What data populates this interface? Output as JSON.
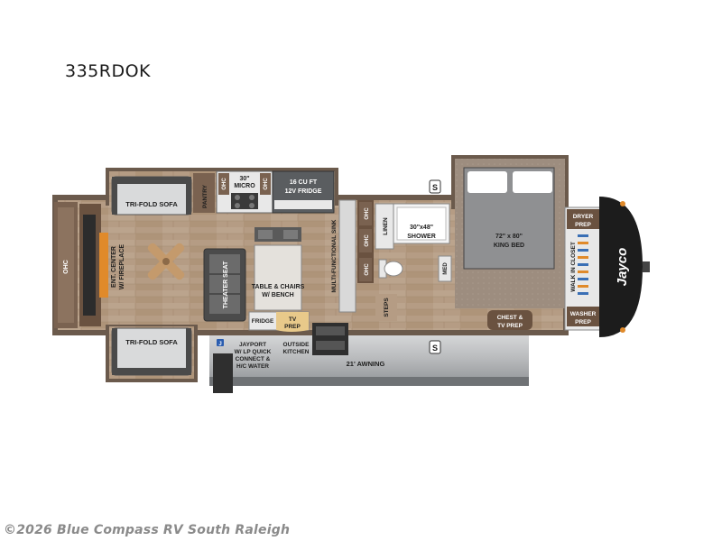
{
  "model": "335RDOK",
  "watermark": "©2026 Blue Compass RV South Raleigh",
  "labels": {
    "trifold_sofa_top": "TRI-FOLD SOFA",
    "trifold_sofa_bottom": "TRI-FOLD SOFA",
    "pantry": "PANTRY",
    "ohc_micro_left": "OHC",
    "micro_line1": "30\"",
    "micro_line2": "MICRO",
    "ohc_micro_right": "OHC",
    "fridge_line1": "16 CU FT",
    "fridge_line2": "12V FRIDGE",
    "ohc_front": "OHC",
    "ent_line1": "ENT. CENTER",
    "ent_line2": "W/ FIREPLACE",
    "theater_seat": "THEATER SEAT",
    "table_line1": "TABLE & CHAIRS",
    "table_line2": "W/ BENCH",
    "sink": "MULTI-FUNCTIONAL SINK",
    "ohc_a": "OHC",
    "ohc_b": "OHC",
    "ohc_c": "OHC",
    "linen": "LINEN",
    "shower_line1": "30\"x48\"",
    "shower_line2": "SHOWER",
    "med": "MED",
    "steps": "STEPS",
    "bed_line1": "72\" x 80\"",
    "bed_line2": "KING BED",
    "chest_line1": "CHEST &",
    "chest_line2": "TV PREP",
    "dryer_line1": "DRYER",
    "dryer_line2": "PREP",
    "walk_in_closet": "WALK IN CLOSET",
    "washer_line1": "WASHER",
    "washer_line2": "PREP",
    "fridge_small": "FRIDGE",
    "tvprep_line1": "TV",
    "tvprep_line2": "PREP",
    "outside_line1": "OUTSIDE",
    "outside_line2": "KITCHEN",
    "jayport_line1": "JAYPORT",
    "jayport_line2": "W/ LP QUICK",
    "jayport_line3": "CONNECT &",
    "jayport_line4": "H/C WATER",
    "jayport_badge": "J",
    "awning": "21' AWNING",
    "slide_mark_1": "S",
    "slide_mark_2": "S",
    "brand": "Jayco"
  }
}
